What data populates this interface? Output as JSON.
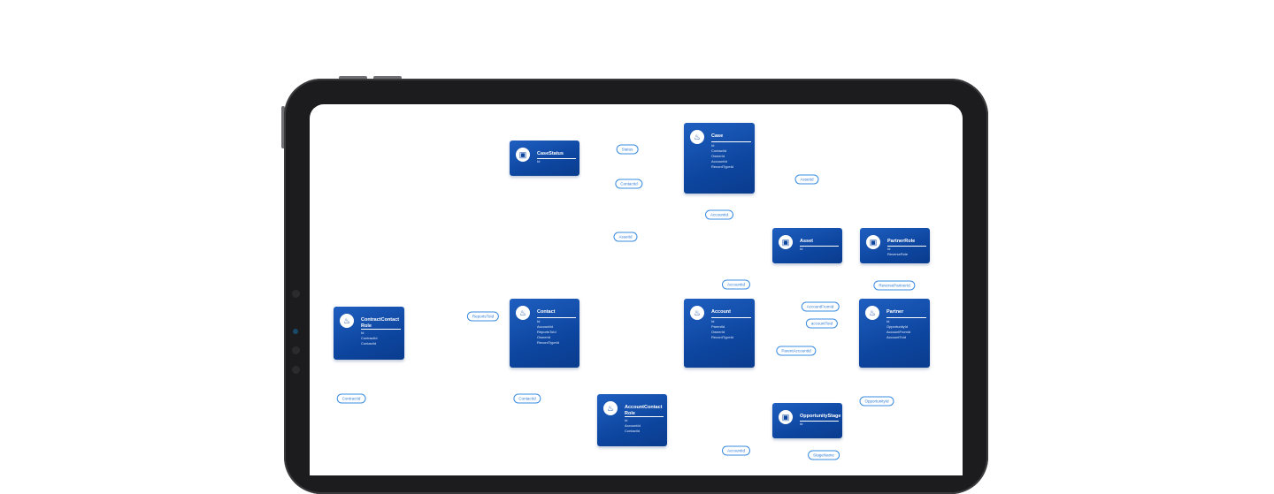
{
  "entities": {
    "case_status": {
      "title": "CaseStatus",
      "fields": [
        "Id"
      ],
      "icon": "briefcase-icon"
    },
    "case": {
      "title": "Case",
      "fields": [
        "Id",
        "ContactId",
        "OwnerId",
        "AccountId",
        "RecordTypeId"
      ],
      "icon": "hand-flame-icon"
    },
    "asset": {
      "title": "Asset",
      "fields": [
        "Id"
      ],
      "icon": "briefcase-icon"
    },
    "partner_role": {
      "title": "PartnerRole",
      "fields": [
        "Id",
        "ReverseRole"
      ],
      "icon": "briefcase-icon"
    },
    "contract_contact_role": {
      "title": "ContractContact Role",
      "fields": [
        "Id",
        "ContractId",
        "ContactId"
      ],
      "icon": "hand-flame-icon"
    },
    "contact": {
      "title": "Contact",
      "fields": [
        "Id",
        "AccountId",
        "ReportsToId",
        "OwnerId",
        "RecordTypeId"
      ],
      "icon": "hand-flame-icon"
    },
    "account": {
      "title": "Account",
      "fields": [
        "Id",
        "ParentId",
        "OwnerId",
        "RecordTypeId"
      ],
      "icon": "hand-flame-icon"
    },
    "partner": {
      "title": "Partner",
      "fields": [
        "Id",
        "OpportunityId",
        "AccountFromId",
        "AccountToId"
      ],
      "icon": "hand-flame-icon"
    },
    "account_contact_role": {
      "title": "AccountContact Role",
      "fields": [
        "Id",
        "AccountId",
        "ContactId"
      ],
      "icon": "hand-flame-icon"
    },
    "opportunity_stage": {
      "title": "OpportunityStage",
      "fields": [
        "Id"
      ],
      "icon": "briefcase-icon"
    }
  },
  "relations": {
    "status": "Status",
    "contact_id_case": "ContactId",
    "account_id_case": "AccountId",
    "asset_id_case": "AssetId",
    "asset_id_contact": "AssetId",
    "account_id_asset": "AccountId",
    "reverse_partner_role": "ReversePartnerId",
    "reports_to": "ReportsToId",
    "account_from_id": "AccountFromId",
    "account_to_id": "accountToId",
    "parent_account": "ParentAccountId",
    "contract_id": "ContractId",
    "contact_id_acr": "ContactId",
    "opportunity_id": "OpportunityId",
    "account_id_bottom": "AccountId",
    "stage_name": "StageName"
  },
  "colors": {
    "entity": "#0d46a0",
    "connector": "#4a9ae8",
    "device_frame": "#1c1c1e"
  }
}
